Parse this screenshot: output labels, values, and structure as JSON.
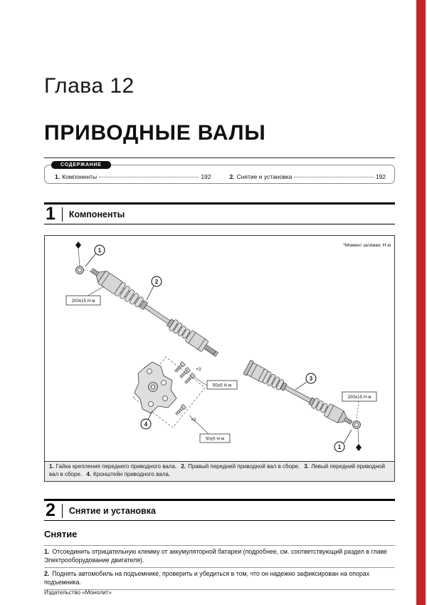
{
  "colors": {
    "accent_red": "#cb2026"
  },
  "header": {
    "chapter": "Глава 12",
    "title": "ПРИВОДНЫЕ ВАЛЫ"
  },
  "contents": {
    "label": "СОДЕРЖАНИЕ",
    "entries": [
      {
        "num": "1.",
        "title": "Компоненты",
        "page": "192"
      },
      {
        "num": "2.",
        "title": "Снятие и установка",
        "page": "192"
      }
    ]
  },
  "sections": {
    "components": {
      "number": "1",
      "title": "Компоненты"
    },
    "removal_install": {
      "number": "2",
      "title": "Снятие и установка"
    }
  },
  "figure": {
    "torque_note": "*Момент затяжки, Н·м",
    "labels": {
      "torque_200": "200±15 Н·м",
      "torque_50": "50±5 Н·м",
      "qty_x3": "×3",
      "qty_x2": "×2"
    },
    "callouts": [
      "1",
      "2",
      "3",
      "4"
    ],
    "caption": [
      {
        "num": "1.",
        "text": "Гайка крепления переднего приводного вала."
      },
      {
        "num": "2.",
        "text": "Правый передний приводной вал в сборе."
      },
      {
        "num": "3.",
        "text": "Левый передний приводной вал в сборе."
      },
      {
        "num": "4.",
        "text": "Кронштейн приводного вала."
      }
    ]
  },
  "removal": {
    "heading": "Снятие",
    "steps": [
      {
        "num": "1.",
        "text": "Отсоединить отрицательную клемму от аккумуляторной батареи (подробнее, см. соответствующий раздел в главе Электрооборудование двигателя)."
      },
      {
        "num": "2.",
        "text": "Поднять автомобиль на подъемнике, проверить и убедиться в том, что он надежно зафиксирован на опорах подъемника."
      }
    ]
  },
  "footer": {
    "publisher": "Издательство «Монолит»"
  }
}
